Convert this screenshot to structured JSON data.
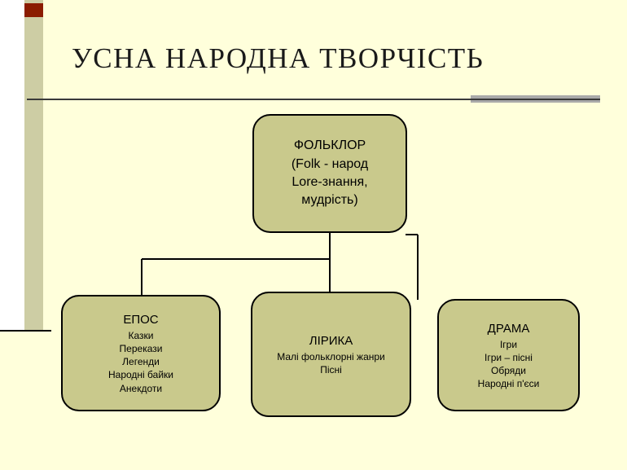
{
  "slide": {
    "title": "УСНА НАРОДНА ТВОРЧІСТЬ"
  },
  "diagram": {
    "type": "tree",
    "root": {
      "lines": [
        "ФОЛЬКЛОР",
        "(Folk - народ",
        "Lore-знання,",
        "мудрість)"
      ]
    },
    "children": [
      {
        "title": "ЕПОС",
        "items": [
          "Казки",
          "Перекази",
          "Легенди",
          "Народні байки",
          "Анекдоти"
        ]
      },
      {
        "title": "ЛІРИКА",
        "items": [
          "Малі фольклорні жанри",
          "Пісні"
        ]
      },
      {
        "title": "ДРАМА",
        "items": [
          "Ігри",
          "Ігри – пісні",
          "Обряди",
          "Народні п'єси"
        ]
      }
    ]
  },
  "colors": {
    "background": "#FFFFDB",
    "box_fill": "#C9C98C",
    "box_border": "#000000",
    "stripe": "#CDCDA4",
    "maroon_square": "#8B1C00",
    "rule_gray": "#A9A9A9",
    "rule_line": "#3A3A3A",
    "title_text": "#1A1A1A"
  }
}
